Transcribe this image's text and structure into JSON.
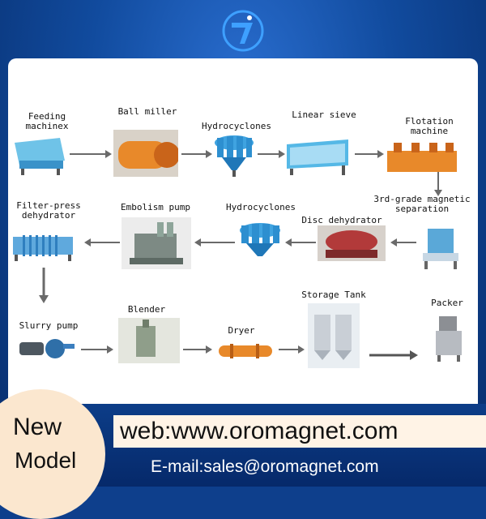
{
  "labels": {
    "feeding": "Feeding\nmachinex",
    "ball_miller": "Ball miller",
    "hydrocyclones_top": "Hydrocyclones",
    "linear_sieve": "Linear sieve",
    "flotation": "Flotation\nmachine",
    "magnetic": "3rd-grade magnetic\nseparation",
    "disc": "Disc dehydrator",
    "hydrocyclones_mid": "Hydrocyclones",
    "embolism": "Embolism pump",
    "filter_press": "Filter-press\ndehydrator",
    "slurry": "Slurry pump",
    "blender": "Blender",
    "dryer": "Dryer",
    "storage": "Storage Tank",
    "packer": "Packer"
  },
  "footer": {
    "web": "web:www.oromagnet.com",
    "email": "E-mail:sales@oromagnet.com",
    "badge_new": "New",
    "badge_model": "Model"
  },
  "colors": {
    "background": "#0e3f8c",
    "machine_blue": "#3fa3e0",
    "machine_orange": "#e8892a",
    "arrow": "#6a6a6a",
    "badge": "#fbe7cf"
  }
}
